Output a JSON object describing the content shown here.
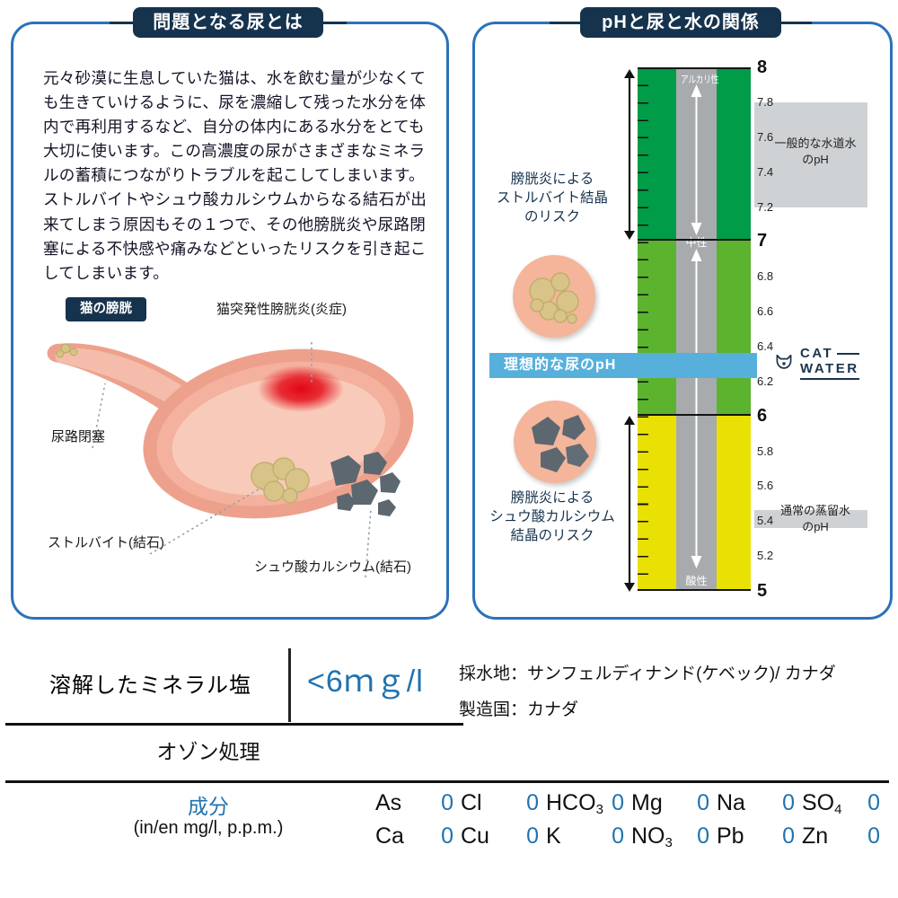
{
  "colors": {
    "panel_border": "#2b72b8",
    "navy": "#16334e",
    "accent_blue": "#2173ae",
    "ideal_band_blue": "#57b0dc",
    "green_alkaline": "#009c47",
    "green_neutral": "#5bb32e",
    "yellow_acid": "#e9e104",
    "gray_column": "#a7abad",
    "gray_band": "#cfd2d4",
    "bladder_salmon": "#eda18c",
    "inflammation_red": "#e30613",
    "struvite_tan": "#d8c489",
    "oxalate_gray": "#5d6770"
  },
  "left_panel": {
    "title": "問題となる尿とは",
    "paragraph1": "元々砂漠に生息していた猫は、水を飲む量が少なくても生きていけるように、尿を濃縮して残った水分を体内で再利用するなど、自分の体内にある水分をとても大切に使います。この高濃度の尿がさまざまなミネラルの蓄積につながりトラブルを起こしてしまいます。",
    "paragraph2": "ストルバイトやシュウ酸カルシウムからなる結石が出来てしまう原因もその１つで、その他膀胱炎や尿路閉塞による不快感や痛みなどといったリスクを引き起こしてしまいます。",
    "bladder_label": "猫の膀胱",
    "annotation_cystitis": "猫突発性膀胱炎(炎症)",
    "annotation_obstruction": "尿路閉塞",
    "annotation_struvite": "ストルバイト(結石)",
    "annotation_oxalate": "シュウ酸カルシウム(結石)"
  },
  "right_panel": {
    "title": "pHと尿と水の関係",
    "scale": {
      "min": 5,
      "max": 8,
      "tick_labels": [
        "8",
        "7.8",
        "7.6",
        "7.4",
        "7.2",
        "7",
        "6.8",
        "6.6",
        "6.4",
        "6.2",
        "6",
        "5.8",
        "5.6",
        "5.4",
        "5.2",
        "5"
      ],
      "zone_alkaline": "アルカリ性",
      "zone_neutral": "中性",
      "zone_acid": "酸性",
      "tap_water_band": {
        "label_line1": "一般的な水道水",
        "label_line2": "のpH",
        "ph_range": [
          7.2,
          7.8
        ]
      },
      "ideal_urine_band": {
        "label": "理想的な尿のpH",
        "ph_range": [
          6.2,
          6.4
        ]
      },
      "distilled_band": {
        "label_line1": "通常の蒸留水",
        "label_line2": "のpH",
        "ph_range": [
          5.35,
          5.45
        ]
      }
    },
    "risk_struvite": {
      "line1": "膀胱炎による",
      "line2": "ストルバイト結晶",
      "line3": "のリスク"
    },
    "risk_oxalate": {
      "line1": "膀胱炎による",
      "line2": "シュウ酸カルシウム",
      "line3": "結晶のリスク"
    },
    "logo": {
      "name": "CAT WATER",
      "line1": "CAT",
      "line2": "WATER"
    }
  },
  "bottom": {
    "minerals_label": "溶解したミネラル塩",
    "minerals_value": "<6ｍｇ/l",
    "source": "採水地：サンフェルディナンド(ケベック)/ カナダ",
    "country": "製造国：カナダ",
    "ozone": "オゾン処理",
    "components_title": "成分",
    "components_unit": "(in/en mg/l, p.p.m.)",
    "elements": [
      {
        "symbol": "As",
        "sub": "",
        "value": "0"
      },
      {
        "symbol": "Cl",
        "sub": "",
        "value": "0"
      },
      {
        "symbol": "HCO",
        "sub": "3",
        "value": "0"
      },
      {
        "symbol": "Mg",
        "sub": "",
        "value": "0"
      },
      {
        "symbol": "Na",
        "sub": "",
        "value": "0"
      },
      {
        "symbol": "SO",
        "sub": "4",
        "value": "0"
      },
      {
        "symbol": "Ca",
        "sub": "",
        "value": "0"
      },
      {
        "symbol": "Cu",
        "sub": "",
        "value": "0"
      },
      {
        "symbol": "K",
        "sub": "",
        "value": "0"
      },
      {
        "symbol": "NO",
        "sub": "3",
        "value": "0"
      },
      {
        "symbol": "Pb",
        "sub": "",
        "value": "0"
      },
      {
        "symbol": "Zn",
        "sub": "",
        "value": "0"
      }
    ]
  }
}
